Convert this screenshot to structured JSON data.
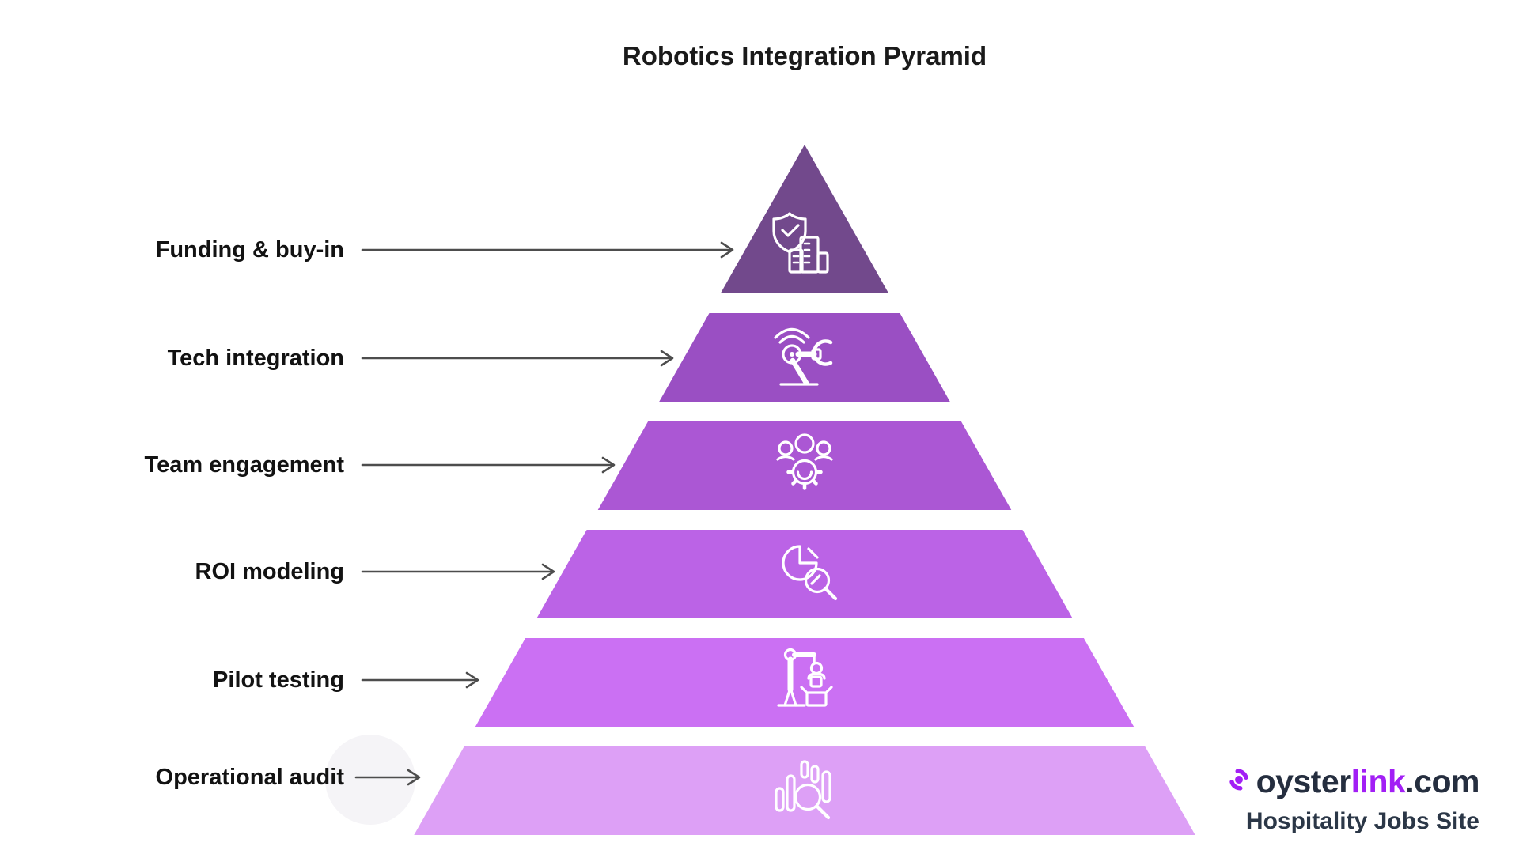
{
  "title": "Robotics Integration Pyramid",
  "pyramid": {
    "levels": [
      {
        "rank": 1,
        "label": "Funding & buy-in",
        "color": "#72498C",
        "icon": "shield-check-building"
      },
      {
        "rank": 2,
        "label": "Tech integration",
        "color": "#9A4FC3",
        "icon": "robotic-arm-signal"
      },
      {
        "rank": 3,
        "label": "Team engagement",
        "color": "#AB57D4",
        "icon": "team-gear"
      },
      {
        "rank": 4,
        "label": "ROI modeling",
        "color": "#BB63E6",
        "icon": "pie-chart-magnifier"
      },
      {
        "rank": 5,
        "label": "Pilot testing",
        "color": "#CB70F3",
        "icon": "robot-arm-packing-box"
      },
      {
        "rank": 6,
        "label": "Operational audit",
        "color": "#DDA0F6",
        "icon": "bar-chart-magnifier"
      }
    ]
  },
  "branding": {
    "logo_part_oyster": "oyster",
    "logo_part_link": "link",
    "logo_part_domain": ".com",
    "tagline": "Hospitality Jobs Site",
    "accent_color": "#A21FF5",
    "text_color": "#252E3F"
  },
  "colors": {
    "background": "#FFFFFF",
    "arrow": "#4D4D4D",
    "label_text": "#121212",
    "icon_stroke": "#FFFFFF"
  }
}
